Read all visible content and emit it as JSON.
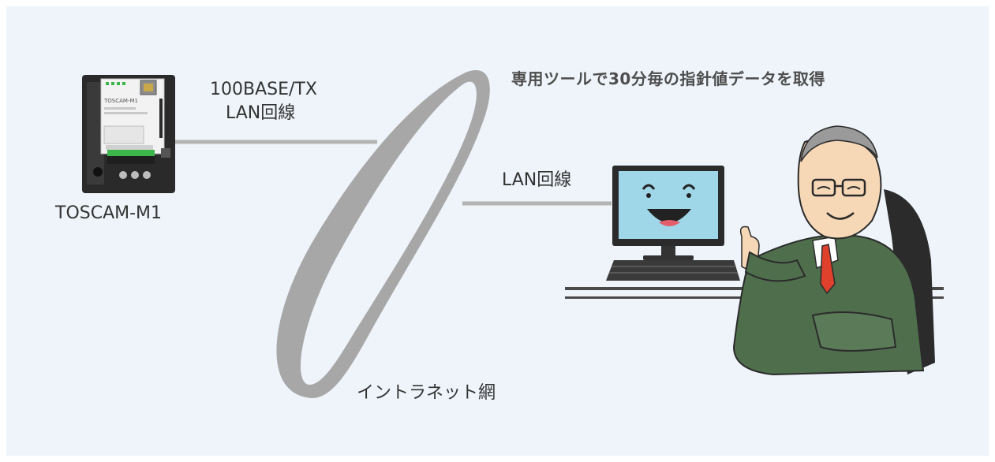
{
  "title": "専用ツールで30分毎の指針値データを取得",
  "device": {
    "name": "TOSCAM-M1",
    "panel_label": "TOSCAM-M1"
  },
  "link_device": {
    "line1": "100BASE/TX",
    "line2": "LAN回線"
  },
  "link_pc": "LAN回線",
  "network": "イントラネット網",
  "colors": {
    "background": "#eef4fa",
    "line": "#b3b3b3",
    "ring": "#a7a7a7",
    "suit": "#4f6e4c",
    "tie": "#e0412d",
    "screen": "#9fd6e8"
  }
}
